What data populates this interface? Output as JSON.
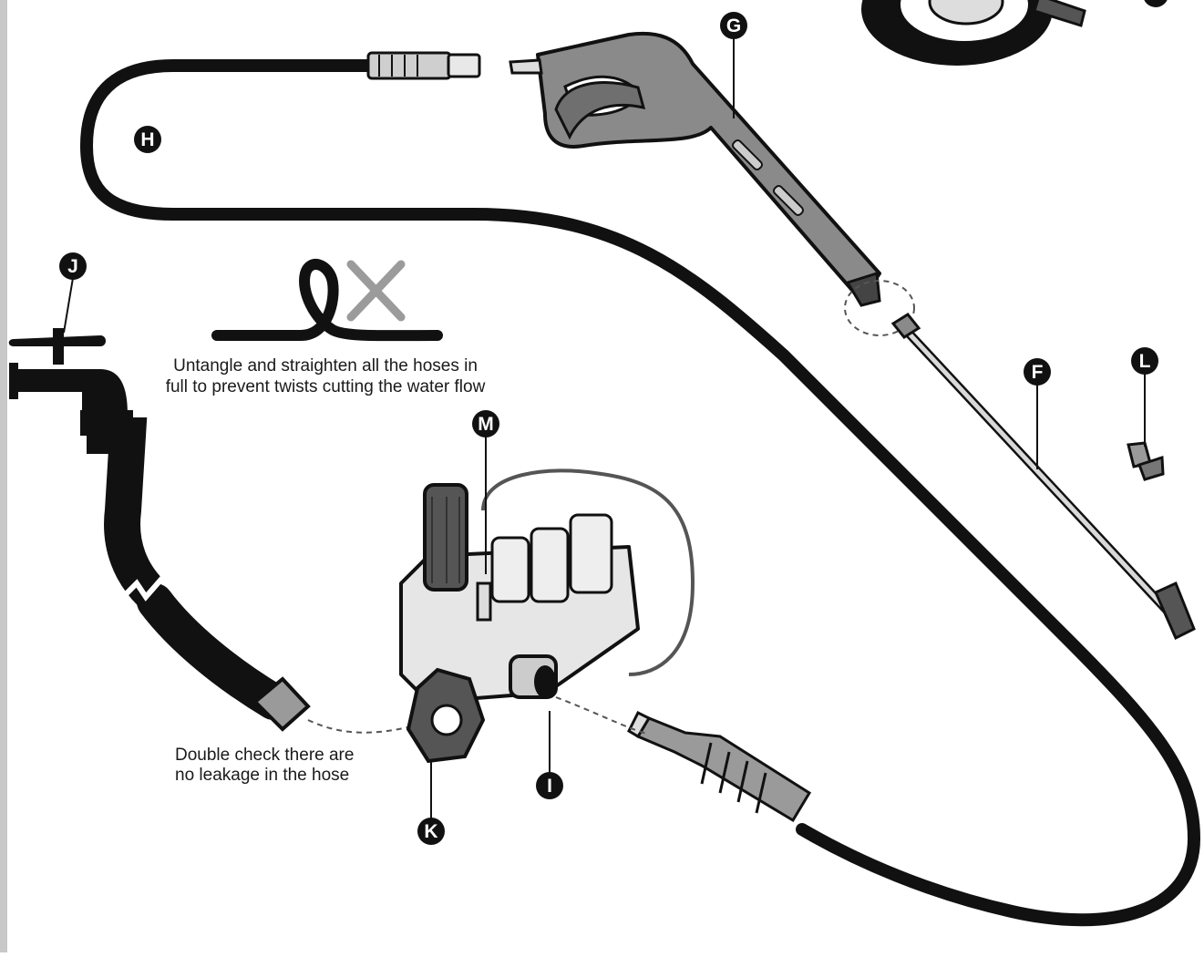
{
  "colors": {
    "ink": "#111111",
    "grey_part": "#8a8a8a",
    "light_part": "#d9d9d9",
    "nozzle_grey": "#9a9a9a",
    "margin_bar": "#c8c8c8",
    "x_mark": "#9b9b9b"
  },
  "callouts": {
    "F": "F",
    "G": "G",
    "H": "H",
    "I": "I",
    "J": "J",
    "K": "K",
    "L": "L",
    "M": "M"
  },
  "notes": {
    "untangle_line1": "Untangle and straighten all the hoses in",
    "untangle_line2": "full to prevent twists cutting the water flow",
    "leak_line1": "Double check there are",
    "leak_line2": "no leakage in the hose"
  },
  "icons": {
    "warning_mark": "x-mark-icon",
    "tap": "tap-icon",
    "wheel": "wheel-icon"
  }
}
